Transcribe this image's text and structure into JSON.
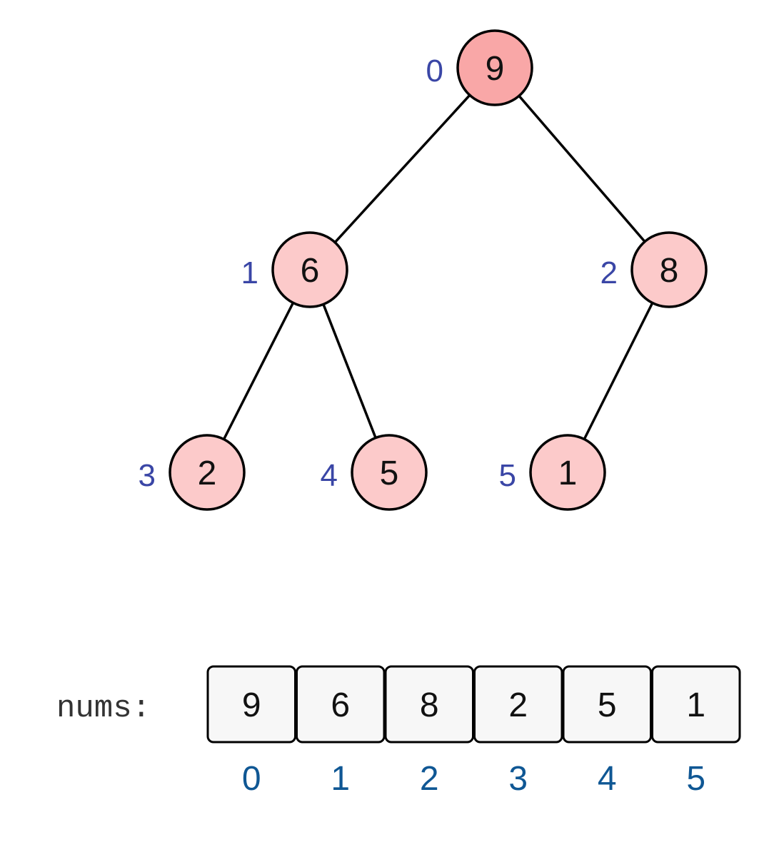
{
  "colors": {
    "node_fill": "#fccaca",
    "node_fill_root": "#f9a7a7",
    "node_stroke": "#000000",
    "edge": "#000000",
    "tree_index": "#3a46a6",
    "array_index": "#0f5794",
    "cell_fill": "#f7f7f7",
    "cell_stroke": "#000000"
  },
  "tree": {
    "nodes": [
      {
        "index": "0",
        "value": "9",
        "highlight": true
      },
      {
        "index": "1",
        "value": "6",
        "highlight": false
      },
      {
        "index": "2",
        "value": "8",
        "highlight": false
      },
      {
        "index": "3",
        "value": "2",
        "highlight": false
      },
      {
        "index": "4",
        "value": "5",
        "highlight": false
      },
      {
        "index": "5",
        "value": "1",
        "highlight": false
      }
    ],
    "edges": [
      [
        0,
        1
      ],
      [
        0,
        2
      ],
      [
        1,
        3
      ],
      [
        1,
        4
      ],
      [
        2,
        5
      ]
    ]
  },
  "array": {
    "label": "nums:",
    "cells": [
      {
        "index": "0",
        "value": "9"
      },
      {
        "index": "1",
        "value": "6"
      },
      {
        "index": "2",
        "value": "8"
      },
      {
        "index": "3",
        "value": "2"
      },
      {
        "index": "4",
        "value": "5"
      },
      {
        "index": "5",
        "value": "1"
      }
    ]
  }
}
